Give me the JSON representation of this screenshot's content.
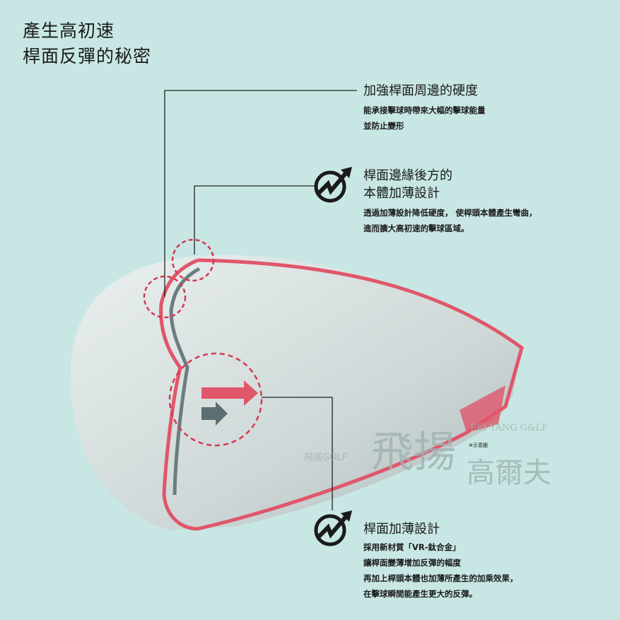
{
  "title": {
    "line1": "產生高初速",
    "line2": "桿面反彈的秘密"
  },
  "callouts": [
    {
      "heading": [
        "加強桿面周邊的硬度"
      ],
      "body": [
        "能承接擊球時帶來大幅的擊球能量",
        "並防止變形"
      ]
    },
    {
      "heading": [
        "桿面邊緣後方的",
        "本體加薄設計"
      ],
      "body": [
        "透過加薄設計降低硬度， 使桿頭本體產生彎曲，",
        "進而擴大高初速的擊球區域。"
      ]
    },
    {
      "heading": [
        "桿面加薄設計"
      ],
      "body": [
        "採用新材質「VR-鈦合金」",
        "讓桿面變薄增加反彈的幅度",
        "再加上桿頭本體也加薄所產生的加乘效果，",
        "在擊球瞬間能產生更大的反彈。"
      ]
    }
  ],
  "note": "※示意圖",
  "watermark": {
    "cn": "飛揚",
    "cn2": "高爾夫",
    "en": "FEI YANG G&LF",
    "small": "飛揚GOLF"
  },
  "colors": {
    "accent": "#e0566a",
    "steel": "#5b6e72",
    "bg": "#c8e7e4"
  }
}
